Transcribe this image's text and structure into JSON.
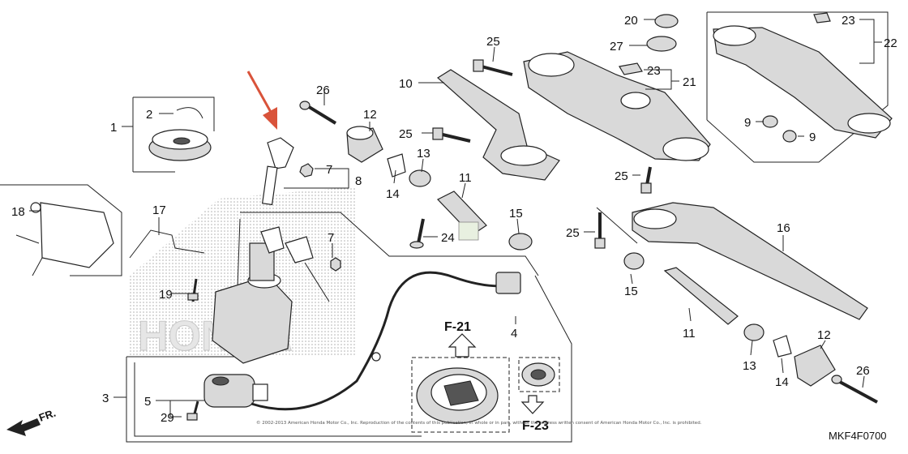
{
  "labels": {
    "n1": "1",
    "n2": "2",
    "n3": "3",
    "n4": "4",
    "n5": "5",
    "n7a": "7",
    "n7b": "7",
    "n8": "8",
    "n9a": "9",
    "n9b": "9",
    "n10": "10",
    "n11a": "11",
    "n11b": "11",
    "n12a": "12",
    "n12b": "12",
    "n13a": "13",
    "n13b": "13",
    "n14a": "14",
    "n14b": "14",
    "n15a": "15",
    "n15b": "15",
    "n16": "16",
    "n17": "17",
    "n18": "18",
    "n19": "19",
    "n20": "20",
    "n21": "21",
    "n22": "22",
    "n23a": "23",
    "n23b": "23",
    "n24": "24",
    "n25a": "25",
    "n25b": "25",
    "n25c": "25",
    "n25d": "25",
    "n26a": "26",
    "n26b": "26",
    "n27": "27",
    "n29": "29"
  },
  "references": {
    "f21": "F-21",
    "f23": "F-23"
  },
  "front_marker": "FR.",
  "diagram_code": "MKF4F0700",
  "copyright": "© 2002-2013 American Honda Motor Co., Inc. Reproduction of the contents of this publication, in whole or in part, without the express written consent of American Honda Motor Co., Inc. is prohibited.",
  "watermark": "HONDA",
  "colors": {
    "arrow": "#d9533a",
    "ink": "#222222",
    "shade": "#cfcfcf"
  }
}
